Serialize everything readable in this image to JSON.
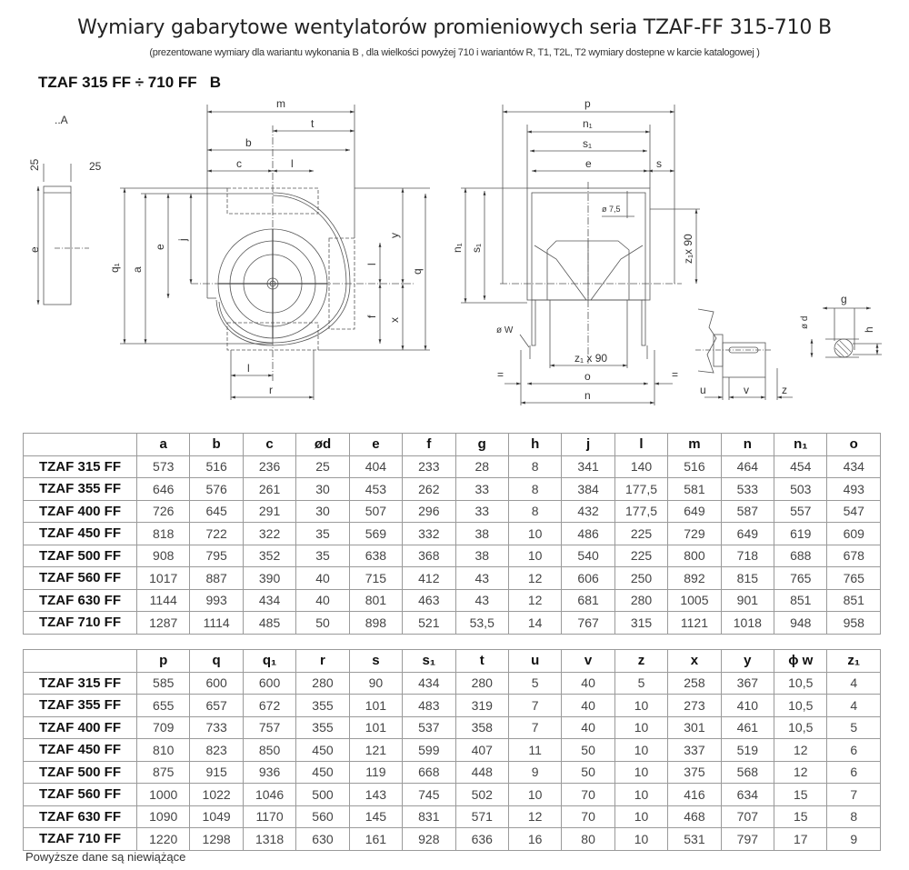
{
  "header": {
    "title": "Wymiary gabarytowe wentylatorów promieniowych seria TZAF-FF 315-710 B",
    "subtitle": "(prezentowane wymiary dla wariantu wykonania B , dla wielkości powyżej 710 i wariantów R, T1, T2L, T2 wymiary dostepne w karcie katalogowej )",
    "model_range": "TZAF 315 FF ÷ 710 FF   B"
  },
  "drawing_labels": {
    "view_a": "..A",
    "plate_25_left": "25",
    "plate_25_right": "25",
    "plate_e": "e",
    "m": "m",
    "t": "t",
    "b": "b",
    "c": "c",
    "l_top": "l",
    "q1": "q₁",
    "a": "a",
    "e": "e",
    "j": "j",
    "l_right": "l",
    "f": "f",
    "y": "y",
    "x": "x",
    "q": "q",
    "l_bottom": "l",
    "r": "r",
    "p": "p",
    "n1_top": "n₁",
    "s1_top": "s₁",
    "e_side": "e",
    "s": "s",
    "n1_side": "n₁",
    "s1_side": "s₁",
    "hole": "ø 7,5",
    "z1x90_side": "z₁x 90",
    "w": "ø W",
    "z1x90_bottom": "z₁ x 90",
    "o": "o",
    "n": "n",
    "eq_left": "=",
    "eq_right": "=",
    "u": "u",
    "v": "v",
    "z": "z",
    "d": "ø d",
    "g": "g",
    "h": "h"
  },
  "table1": {
    "headers": [
      "",
      "a",
      "b",
      "c",
      "ød",
      "e",
      "f",
      "g",
      "h",
      "j",
      "l",
      "m",
      "n",
      "n₁",
      "o"
    ],
    "rows": [
      [
        "TZAF 315 FF",
        "573",
        "516",
        "236",
        "25",
        "404",
        "233",
        "28",
        "8",
        "341",
        "140",
        "516",
        "464",
        "454",
        "434"
      ],
      [
        "TZAF 355 FF",
        "646",
        "576",
        "261",
        "30",
        "453",
        "262",
        "33",
        "8",
        "384",
        "177,5",
        "581",
        "533",
        "503",
        "493"
      ],
      [
        "TZAF 400 FF",
        "726",
        "645",
        "291",
        "30",
        "507",
        "296",
        "33",
        "8",
        "432",
        "177,5",
        "649",
        "587",
        "557",
        "547"
      ],
      [
        "TZAF 450 FF",
        "818",
        "722",
        "322",
        "35",
        "569",
        "332",
        "38",
        "10",
        "486",
        "225",
        "729",
        "649",
        "619",
        "609"
      ],
      [
        "TZAF 500 FF",
        "908",
        "795",
        "352",
        "35",
        "638",
        "368",
        "38",
        "10",
        "540",
        "225",
        "800",
        "718",
        "688",
        "678"
      ],
      [
        "TZAF 560 FF",
        "1017",
        "887",
        "390",
        "40",
        "715",
        "412",
        "43",
        "12",
        "606",
        "250",
        "892",
        "815",
        "765",
        "765"
      ],
      [
        "TZAF 630 FF",
        "1144",
        "993",
        "434",
        "40",
        "801",
        "463",
        "43",
        "12",
        "681",
        "280",
        "1005",
        "901",
        "851",
        "851"
      ],
      [
        "TZAF 710 FF",
        "1287",
        "1114",
        "485",
        "50",
        "898",
        "521",
        "53,5",
        "14",
        "767",
        "315",
        "1121",
        "1018",
        "948",
        "958"
      ]
    ]
  },
  "table2": {
    "headers": [
      "",
      "p",
      "q",
      "q₁",
      "r",
      "s",
      "s₁",
      "t",
      "u",
      "v",
      "z",
      "x",
      "y",
      "ϕ w",
      "z₁"
    ],
    "rows": [
      [
        "TZAF 315 FF",
        "585",
        "600",
        "600",
        "280",
        "90",
        "434",
        "280",
        "5",
        "40",
        "5",
        "258",
        "367",
        "10,5",
        "4"
      ],
      [
        "TZAF 355 FF",
        "655",
        "657",
        "672",
        "355",
        "101",
        "483",
        "319",
        "7",
        "40",
        "10",
        "273",
        "410",
        "10,5",
        "4"
      ],
      [
        "TZAF 400 FF",
        "709",
        "733",
        "757",
        "355",
        "101",
        "537",
        "358",
        "7",
        "40",
        "10",
        "301",
        "461",
        "10,5",
        "5"
      ],
      [
        "TZAF 450 FF",
        "810",
        "823",
        "850",
        "450",
        "121",
        "599",
        "407",
        "11",
        "50",
        "10",
        "337",
        "519",
        "12",
        "6"
      ],
      [
        "TZAF 500 FF",
        "875",
        "915",
        "936",
        "450",
        "119",
        "668",
        "448",
        "9",
        "50",
        "10",
        "375",
        "568",
        "12",
        "6"
      ],
      [
        "TZAF 560 FF",
        "1000",
        "1022",
        "1046",
        "500",
        "143",
        "745",
        "502",
        "10",
        "70",
        "10",
        "416",
        "634",
        "15",
        "7"
      ],
      [
        "TZAF 630 FF",
        "1090",
        "1049",
        "1170",
        "560",
        "145",
        "831",
        "571",
        "12",
        "70",
        "10",
        "468",
        "707",
        "15",
        "8"
      ],
      [
        "TZAF 710 FF",
        "1220",
        "1298",
        "1318",
        "630",
        "161",
        "928",
        "636",
        "16",
        "80",
        "10",
        "531",
        "797",
        "17",
        "9"
      ]
    ]
  },
  "footer": {
    "note": "Powyższe dane są niewiążące"
  }
}
